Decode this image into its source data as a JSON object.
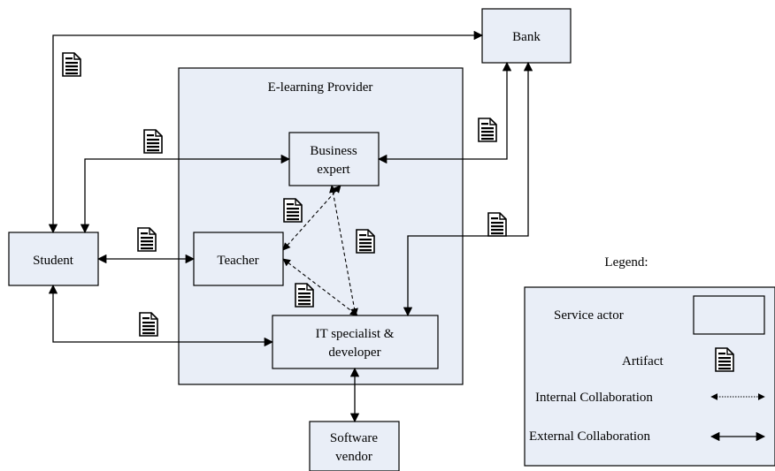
{
  "diagram": {
    "provider_title": "E-learning Provider",
    "nodes": {
      "bank": "Bank",
      "business": [
        "Business",
        "expert"
      ],
      "student": "Student",
      "teacher": "Teacher",
      "it": [
        "IT specialist &",
        "developer"
      ],
      "vendor": [
        "Software",
        "vendor"
      ]
    },
    "legend": {
      "title": "Legend:",
      "service_actor": "Service actor",
      "artifact": "Artifact",
      "internal": "Internal Collaboration",
      "external": "External Collaboration"
    }
  }
}
